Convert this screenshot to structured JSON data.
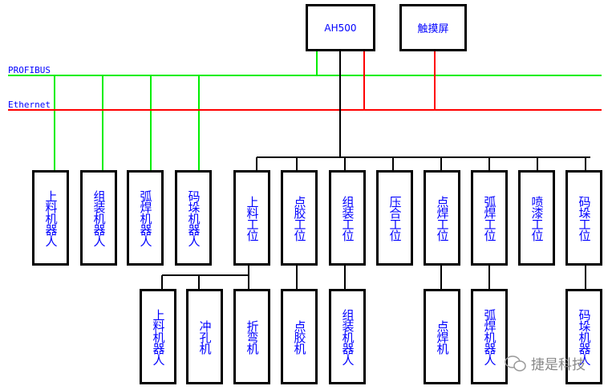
{
  "buses": {
    "profibus": "PROFIBUS",
    "ethernet": "Ethernet"
  },
  "colors": {
    "profibus": "#00ee00",
    "ethernet": "#ff0000",
    "wire": "#000000",
    "text": "#0000ff"
  },
  "controllers": {
    "plc": "AH500",
    "hmi": "触摸屏"
  },
  "robots": [
    "上料机器人",
    "组装机器人",
    "弧焊机器人",
    "码垛机器人"
  ],
  "stations": [
    "上料工位",
    "点胶工位",
    "组装工位",
    "压合工位",
    "点焊工位",
    "弧焊工位",
    "喷漆工位",
    "码垛工位"
  ],
  "devices": [
    "上料机器人",
    "冲孔机",
    "折弯机",
    "点胶机",
    "组装机器人",
    "点焊机",
    "弧焊机器人",
    "码垛机器人"
  ],
  "watermark": "捷是科技"
}
